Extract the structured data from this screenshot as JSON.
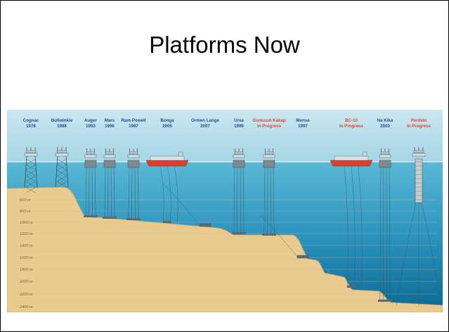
{
  "slide": {
    "title": "Platforms Now"
  },
  "colors": {
    "historic_label": "#1f4f86",
    "in_progress_label": "#e0452b",
    "sky": "#9dd0e2",
    "water_top": "#4fb0cf",
    "water_bottom": "#0d6f98",
    "seabed": "#e8c98c"
  },
  "platforms": [
    {
      "name": "Cognac",
      "year": "1978",
      "status": "historic"
    },
    {
      "name": "Bullwinkle",
      "year": "1988",
      "status": "historic"
    },
    {
      "name": "Auger",
      "year": "1993",
      "status": "historic"
    },
    {
      "name": "Mars",
      "year": "1996",
      "status": "historic"
    },
    {
      "name": "Ram-Powell",
      "year": "1997",
      "status": "historic"
    },
    {
      "name": "Bonga",
      "year": "2005",
      "status": "historic"
    },
    {
      "name": "Ormen Lange",
      "year": "2007",
      "status": "historic"
    },
    {
      "name": "Ursa",
      "year": "1999",
      "status": "historic"
    },
    {
      "name": "Gumusut Kakap",
      "year": "In Progress",
      "status": "in-progress"
    },
    {
      "name": "Mensa",
      "year": "1997",
      "status": "historic"
    },
    {
      "name": "BC-10",
      "year": "In Progress",
      "status": "in-progress"
    },
    {
      "name": "Na Kika",
      "year": "2003",
      "status": "historic"
    },
    {
      "name": "Perdido",
      "year": "In Progress",
      "status": "in-progress"
    }
  ],
  "depth_labels": [
    "600 m",
    "800 m",
    "1000 m",
    "1200 m",
    "1400 m",
    "1600 m",
    "1800 m",
    "2000 m",
    "2200 m",
    "2400 m"
  ]
}
